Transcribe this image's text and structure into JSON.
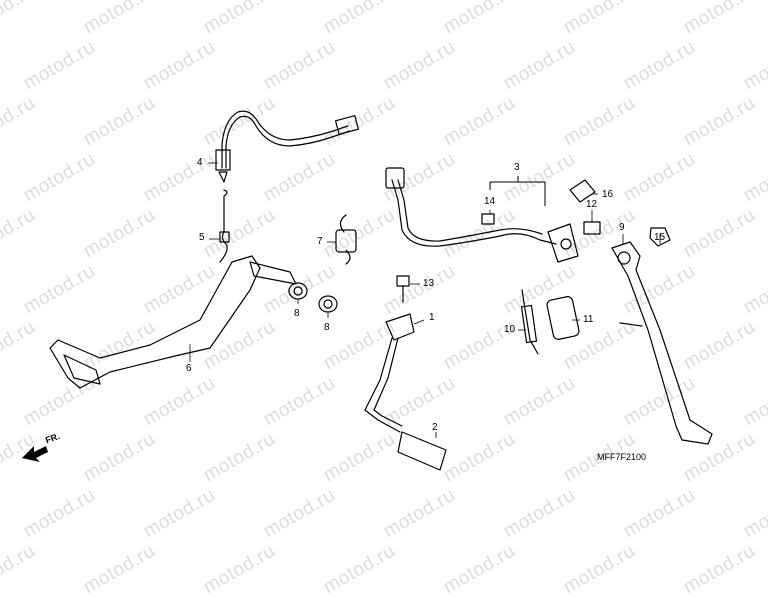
{
  "watermark": "motod.ru",
  "diagram_code": "MFF7F2100",
  "direction_label": "FR.",
  "callouts": [
    "1",
    "2",
    "3",
    "4",
    "5",
    "6",
    "7",
    "8",
    "8",
    "9",
    "10",
    "11",
    "12",
    "13",
    "14",
    "15",
    "16"
  ],
  "icons": [
    "front-direction-arrow-icon"
  ]
}
